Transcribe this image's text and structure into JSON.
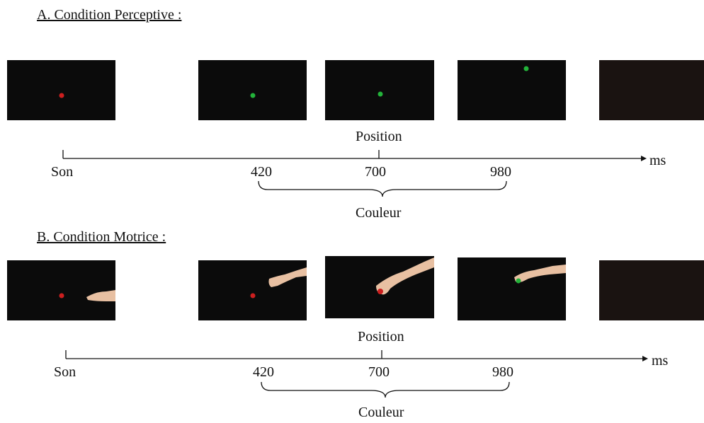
{
  "panel_a": {
    "heading": "A. Condition Perceptive :",
    "event_label": "Position",
    "start_label": "Son",
    "ticks": [
      "420",
      "700",
      "980"
    ],
    "unit": "ms",
    "window_label": "Couleur"
  },
  "panel_b": {
    "heading": "B. Condition Motrice :",
    "event_label": "Position",
    "start_label": "Son",
    "ticks": [
      "420",
      "700",
      "980"
    ],
    "unit": "ms",
    "window_label": "Couleur"
  },
  "colors": {
    "red_dot": "#cc1f1f",
    "green_dot": "#23b33a",
    "frame_bg": "#0b0b0b",
    "blank_frame": "#1a1311",
    "skin": "#e8c0a2"
  }
}
